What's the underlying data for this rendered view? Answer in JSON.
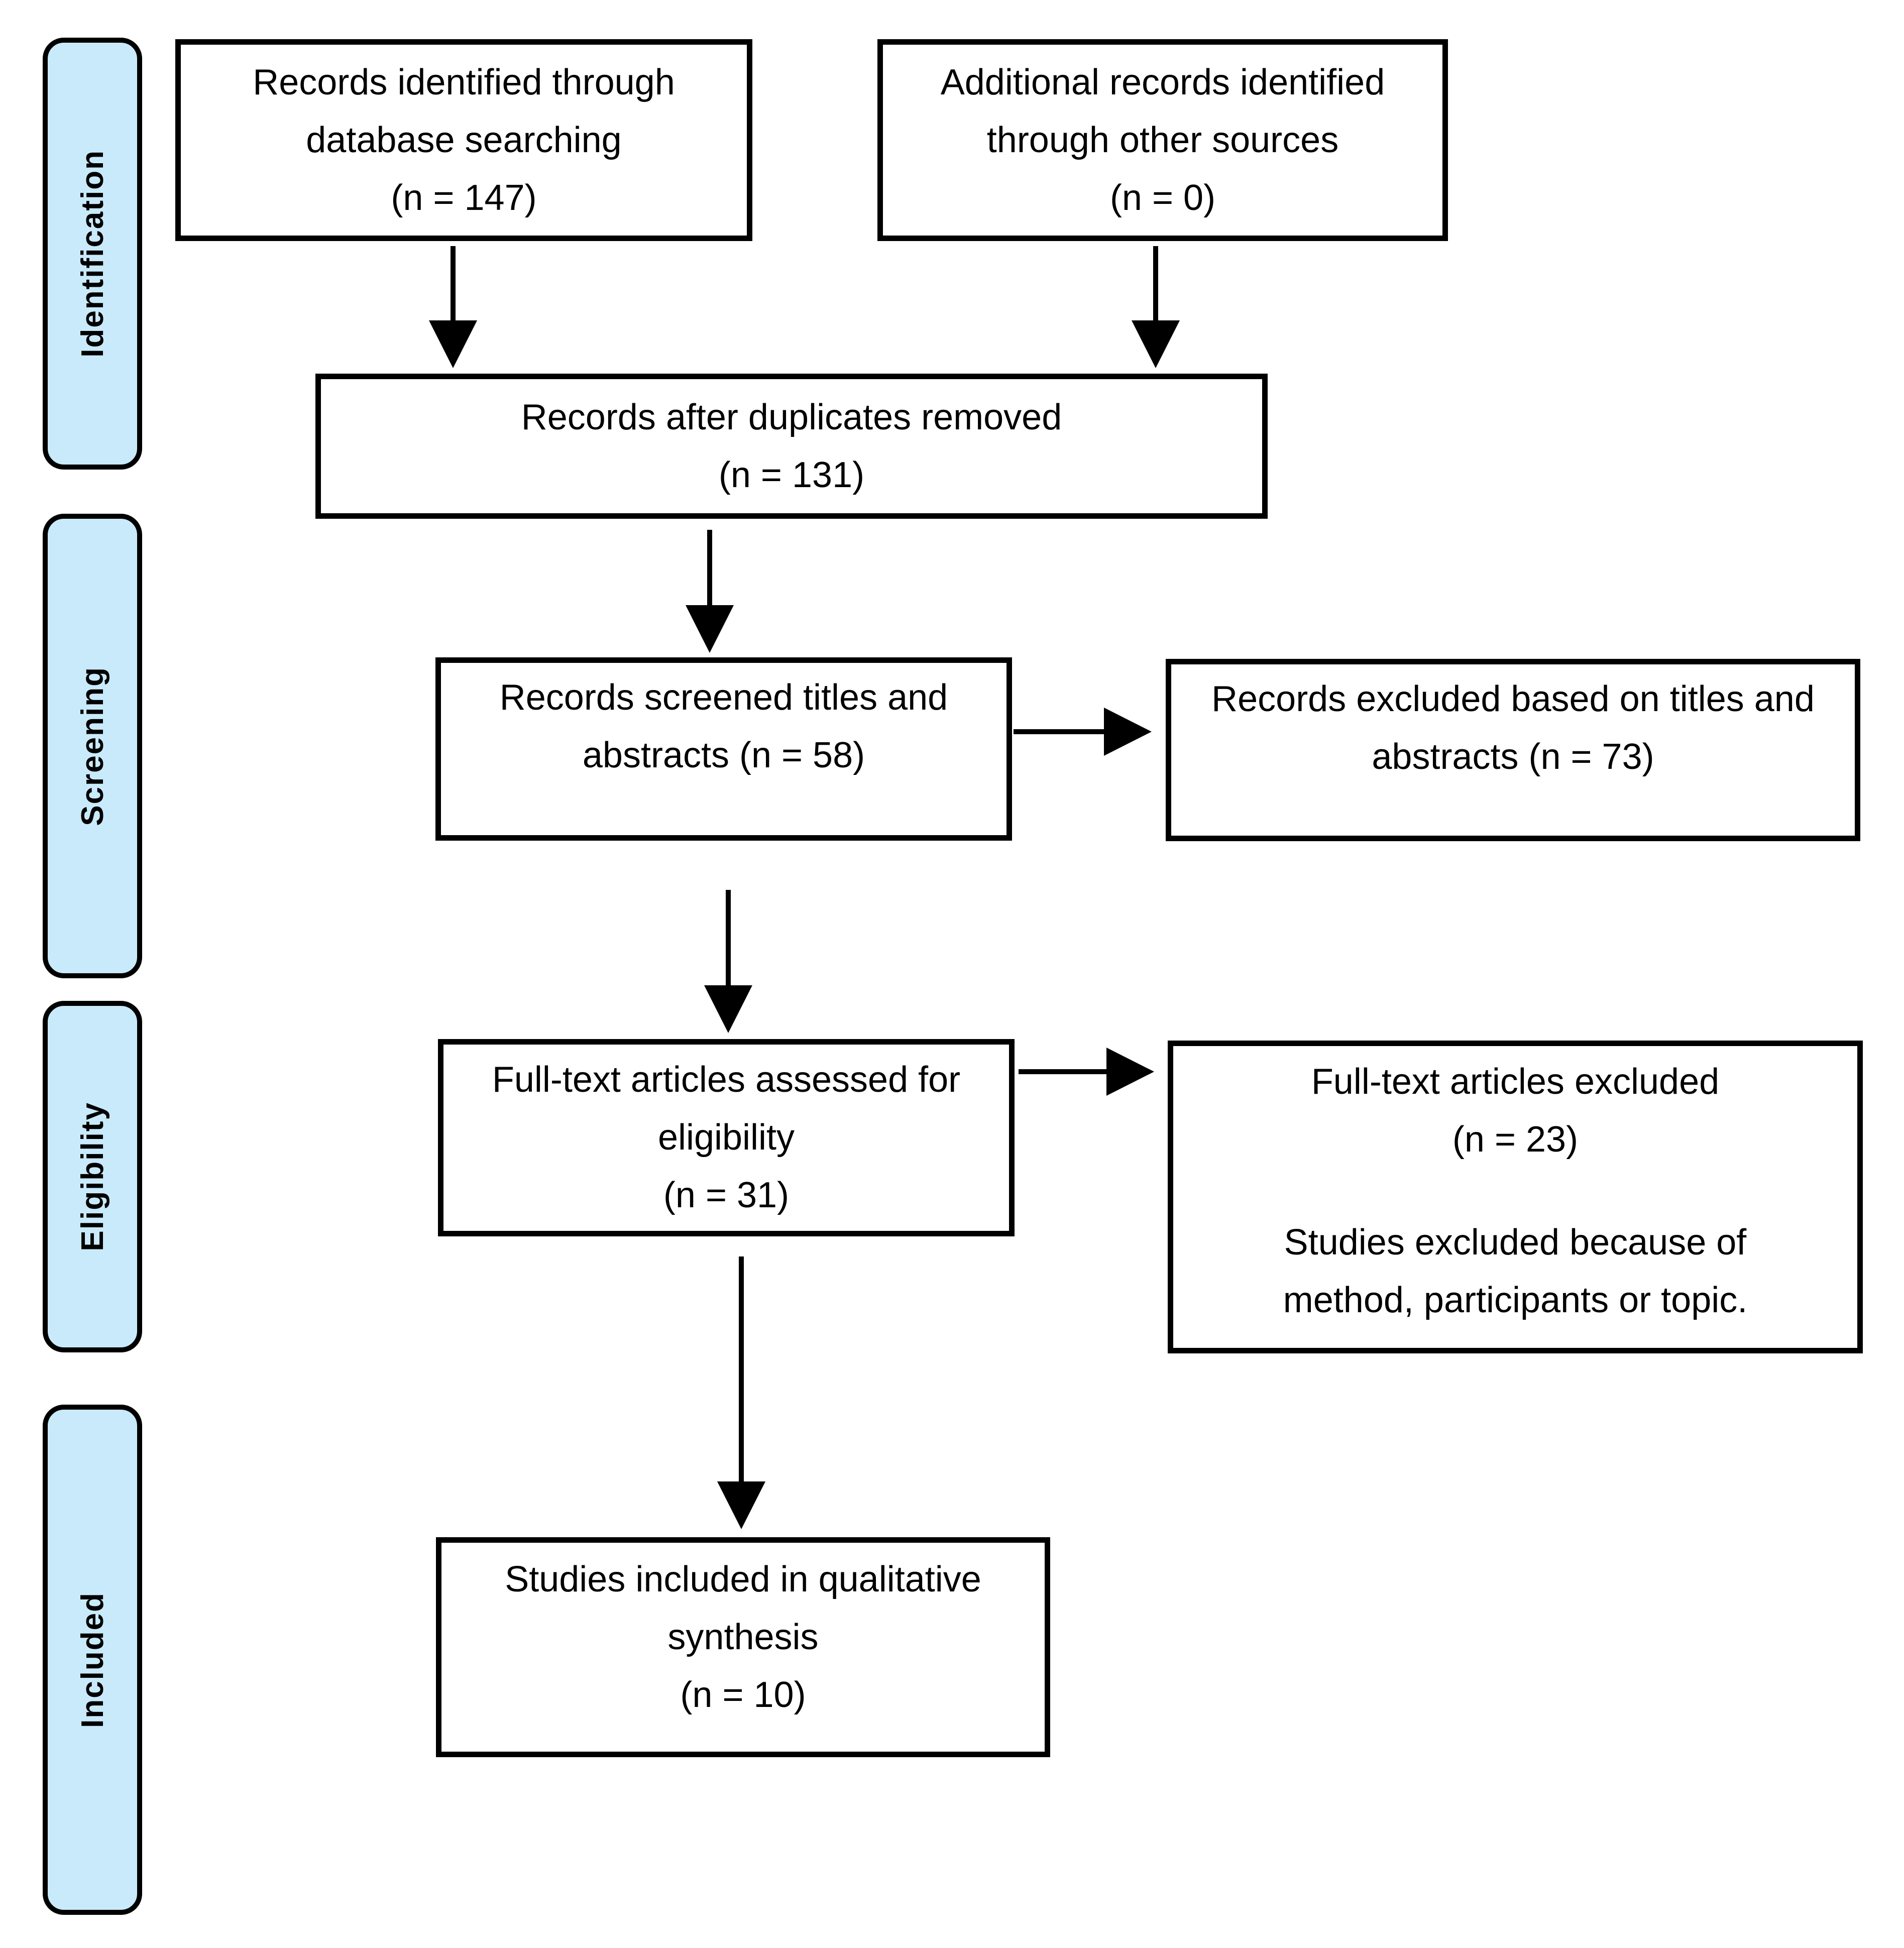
{
  "colors": {
    "stage_fill": "#C9EAFA",
    "box_border": "#000000",
    "background": "#FFFFFF",
    "text": "#000000"
  },
  "sidebar": {
    "stages": [
      {
        "label": "Identification"
      },
      {
        "label": "Screening"
      },
      {
        "label": "Eligibility"
      },
      {
        "label": "Included"
      }
    ]
  },
  "boxes": {
    "identified": {
      "lines": [
        "Records identified through",
        "database searching",
        "(n = 147)"
      ],
      "n": 147
    },
    "additional": {
      "lines": [
        "Additional records identified",
        "through other sources",
        "(n = 0)"
      ],
      "n": 0
    },
    "duplicates_removed": {
      "lines": [
        "Records after duplicates removed",
        "(n = 131)"
      ],
      "n": 131
    },
    "screened": {
      "lines": [
        "Records screened titles and",
        "abstracts (n = 58)"
      ],
      "n": 58
    },
    "excluded_titles": {
      "lines": [
        "Records excluded based on titles and",
        "abstracts (n = 73)"
      ],
      "n": 73
    },
    "fulltext_assessed": {
      "lines": [
        "Full-text articles assessed for",
        "eligibility",
        "(n = 31)"
      ],
      "n": 31
    },
    "fulltext_excluded": {
      "lines": [
        "Full-text articles excluded",
        "(n = 23)"
      ],
      "reason_lines": [
        "Studies excluded because of",
        "method, participants or topic."
      ],
      "n": 23
    },
    "included_qualitative": {
      "lines": [
        "Studies included in qualitative",
        "synthesis",
        "(n = 10)"
      ],
      "n": 10
    }
  }
}
